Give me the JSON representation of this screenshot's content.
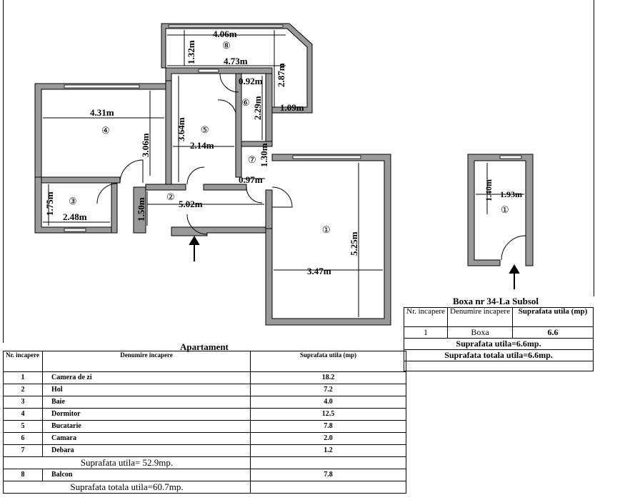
{
  "plan": {
    "rooms": [
      {
        "num": "①",
        "label": "room-1-camera-de-zi"
      },
      {
        "num": "②",
        "label": "room-2-hol"
      },
      {
        "num": "③",
        "label": "room-3-baie"
      },
      {
        "num": "④",
        "label": "room-4-dormitor"
      },
      {
        "num": "⑤",
        "label": "room-5-bucatarie"
      },
      {
        "num": "⑥",
        "label": "room-6-camara"
      },
      {
        "num": "⑦",
        "label": "room-7-debara"
      },
      {
        "num": "⑧",
        "label": "room-8-balcon"
      }
    ],
    "dims": {
      "d_406": "4.06m",
      "d_132": "1.32m",
      "d_473": "4.73m",
      "d_287": "2.87m",
      "d_092": "0.92m",
      "d_229": "2.29m",
      "d_109": "1.09m",
      "d_431": "4.31m",
      "d_306": "3.06m",
      "d_364": "3.64m",
      "d_214": "2.14m",
      "d_130": "1.30m",
      "d_097": "0.97m",
      "d_175": "1.75m",
      "d_248": "2.48m",
      "d_150": "1.50m",
      "d_502": "5.02m",
      "d_525": "5.25m",
      "d_347": "3.47m",
      "d_140": "1.40m",
      "d_193": "1.93m"
    },
    "box_room_num": "①"
  },
  "apartment": {
    "title": "Apartament",
    "headers": {
      "nr": "Nr. incapere",
      "name": "Denumire incapere",
      "area": "Suprafata utila (mp)"
    },
    "rows": [
      {
        "nr": "1",
        "name": "Camera de zi",
        "area": "18.2"
      },
      {
        "nr": "2",
        "name": "Hol",
        "area": "7.2"
      },
      {
        "nr": "3",
        "name": "Baie",
        "area": "4.0"
      },
      {
        "nr": "4",
        "name": "Dormitor",
        "area": "12.5"
      },
      {
        "nr": "5",
        "name": "Bucatarie",
        "area": "7.8"
      },
      {
        "nr": "6",
        "name": "Camara",
        "area": "2.0"
      },
      {
        "nr": "7",
        "name": "Debara",
        "area": "1.2"
      }
    ],
    "useful_total": "Suprafata utila= 52.9mp.",
    "row8": {
      "nr": "8",
      "name": "Balcon",
      "area": "7.8"
    },
    "grand_total": "Suprafata totala utila=60.7mp."
  },
  "box": {
    "title": "Boxa nr 34-La Subsol",
    "headers": {
      "nr": "Nr. incapere",
      "name": "Denumire incapere",
      "area": "Suprafata utila (mp)"
    },
    "row": {
      "nr": "1",
      "name": "Boxa",
      "area": "6.6"
    },
    "useful_total": "Suprafata utila=6.6mp.",
    "grand_total": "Suprafata totala utila=6.6mp."
  }
}
